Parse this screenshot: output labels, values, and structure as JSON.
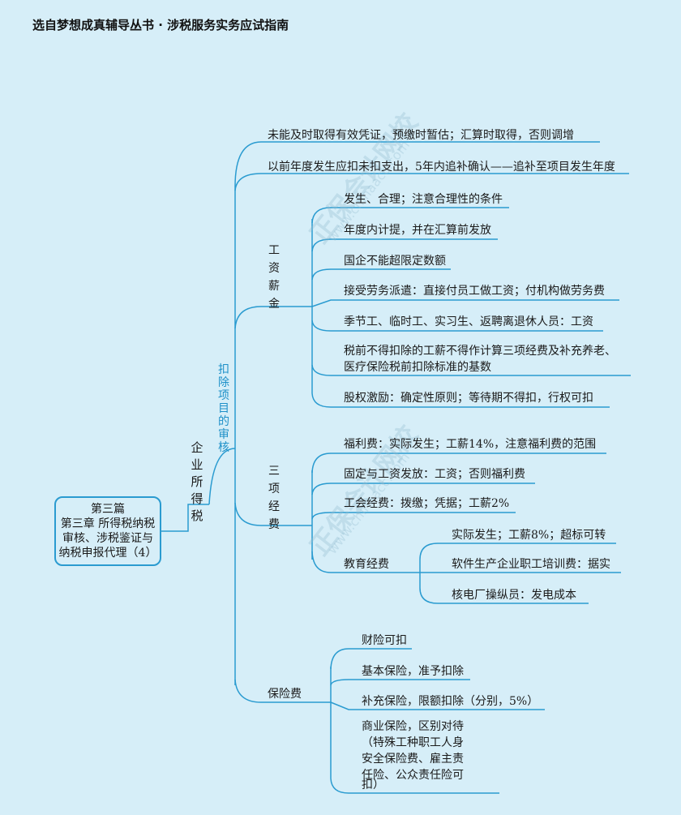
{
  "header": {
    "title": "选自梦想成真辅导丛书 · 涉税服务实务应试指南"
  },
  "root": {
    "lines": [
      "第三篇",
      "第三章  所得税纳税",
      "审核、涉税鉴证与",
      "纳税申报代理（4）"
    ]
  },
  "level1": {
    "label": "企业所得税"
  },
  "level2": {
    "label": "扣除项目的审核"
  },
  "top_items": [
    "未能及时取得有效凭证，预缴时暂估；汇算时取得，否则调增",
    "以前年度发生应扣未扣支出，5年内追补确认——追补至项目发生年度"
  ],
  "wages": {
    "label": "工资薪金",
    "items": [
      "发生、合理；注意合理性的条件",
      "年度内计提，并在汇算前发放",
      "国企不能超限定数额",
      "接受劳务派遣：直接付员工做工资；付机构做劳务费",
      "季节工、临时工、实习生、返聘离退休人员：工资",
      "税前不得扣除的工薪不得作计算三项经费及补充养老、",
      "医疗保险税前扣除标准的基数",
      "股权激励：确定性原则；等待期不得扣，行权可扣"
    ]
  },
  "three_funds": {
    "label": "三项经费",
    "items": [
      "福利费：实际发生；工薪14%，注意福利费的范围",
      "固定与工资发放：工资；否则福利费",
      "工会经费：拨缴；凭据；工薪2%"
    ],
    "education": {
      "label": "教育经费",
      "items": [
        "实际发生；工薪8%；超标可转",
        "软件生产企业职工培训费：据实",
        "核电厂操纵员：发电成本"
      ]
    }
  },
  "insurance": {
    "label": "保险费",
    "items": [
      "财险可扣",
      "基本保险，准予扣除",
      "补充保险，限额扣除（分别，5%）"
    ],
    "commercial_lines": [
      "商业保险，区别对待",
      "（特殊工种职工人身",
      "安全保险费、雇主责",
      "任险、公众责任险可",
      "扣）"
    ]
  },
  "watermark": {
    "text": "正保会计网校",
    "url": "www.chinaacc.com"
  },
  "colors": {
    "line": "#2a9bd0",
    "background": "#d6eef8",
    "accent_text": "#1e90c8"
  }
}
